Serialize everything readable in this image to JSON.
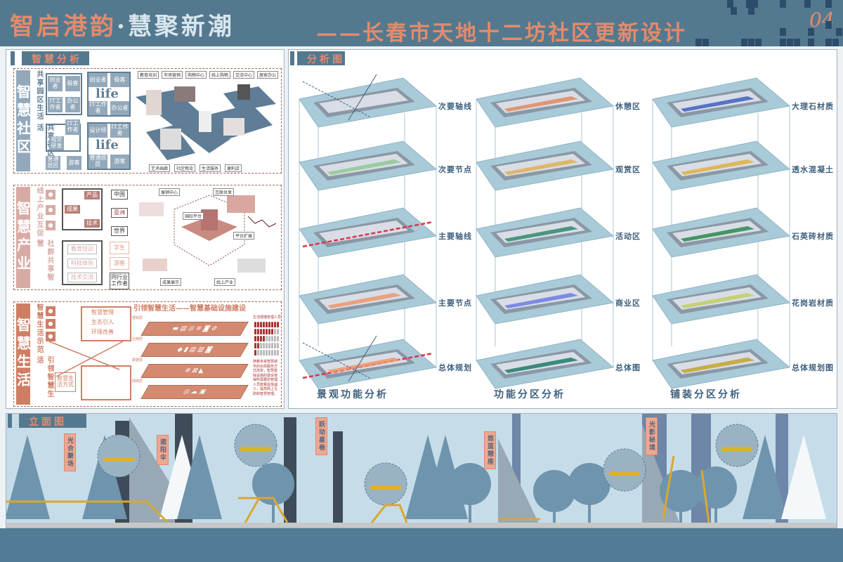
{
  "header": {
    "title_part1": "智启港韵",
    "title_sep": "·",
    "title_part2": "慧聚新潮",
    "subtitle": "——长春市天地十二坊社区更新设计",
    "page_number": "04"
  },
  "left_panel": {
    "tab": "智慧分析",
    "community": {
      "label": "智慧社区",
      "side_texts": [
        "共享园区生活",
        "共享社区生活"
      ],
      "grid1": [
        "创业者",
        "极客",
        "IT工作者",
        "办公者"
      ],
      "life1": [
        "创业者",
        "极客",
        "IT工作者",
        "办公者"
      ],
      "grid2": [
        "IT工作者",
        "视觉研发",
        "普通居民",
        "游客"
      ],
      "life2": [
        "设计师",
        "IT工作者",
        "普通居民",
        "游客"
      ],
      "life_word": "life",
      "map_tags_top": [
        "教育培训",
        "市场营销",
        "购物中心",
        "线上购物",
        "交流中心",
        "居家办公"
      ],
      "map_tags_bottom": [
        "艺术画廊",
        "社区物流",
        "生活服务",
        "便利店"
      ]
    },
    "industry": {
      "label": "智慧产业",
      "side_texts": [
        "线上产业互促",
        "社群共享智慧"
      ],
      "inputs": [
        "产品",
        "成果",
        "技术"
      ],
      "regions": [
        "中国",
        "亚洲",
        "世界"
      ],
      "activities": [
        "教育培训",
        "科技体验",
        "技术交流"
      ],
      "audiences": [
        "学生",
        "游客",
        "同行业工作者"
      ],
      "map_tags": [
        "展销中心",
        "互联共享",
        "国际平台",
        "平台扩展",
        "成果展示",
        "线上产业"
      ]
    },
    "life": {
      "label": "智慧生活",
      "side_texts": [
        "智慧生活示范",
        "引领智慧生活"
      ],
      "measures": [
        "智慧管理",
        "生态引入",
        "环境改善"
      ],
      "mode": "智慧生活方式",
      "heading": "引领智慧生活——智慧基础设施建设",
      "layers": [
        "感知层",
        "应用层",
        "数据层",
        "网络层"
      ],
      "people_title": "生活便捷管理人员",
      "people_filled": [
        9,
        7,
        4,
        2,
        1
      ],
      "note": "随着未来智慧城市的出现服务方式改变，智慧基础设施的建设使得所需要的管理人员数量逐渐减少，提高网上互助和智慧管理。"
    }
  },
  "right_panel": {
    "tab": "分析图",
    "columns": [
      {
        "title": "景观功能分析",
        "layers": [
          "次要轴线",
          "次要节点",
          "主要轴线",
          "主要节点",
          "总体规划"
        ]
      },
      {
        "title": "功能分区分析",
        "layers": [
          "休憩区",
          "观赏区",
          "活动区",
          "商业区",
          "总体图"
        ]
      },
      {
        "title": "铺装分区分析",
        "layers": [
          "大理石材质",
          "透水混凝土",
          "石英砖材质",
          "花岗岩材质",
          "总体规划图"
        ]
      }
    ]
  },
  "elevation": {
    "tab": "立面图",
    "labels": [
      "光合聚场",
      "遮阳伞",
      "跃动星巷",
      "悠蓝憩座",
      "光影秘境"
    ]
  },
  "colors": {
    "header": "#54798f",
    "accent": "#e48b6b",
    "community": "#93a9bb",
    "industry": "#d7aba4",
    "life": "#cf7e64"
  }
}
